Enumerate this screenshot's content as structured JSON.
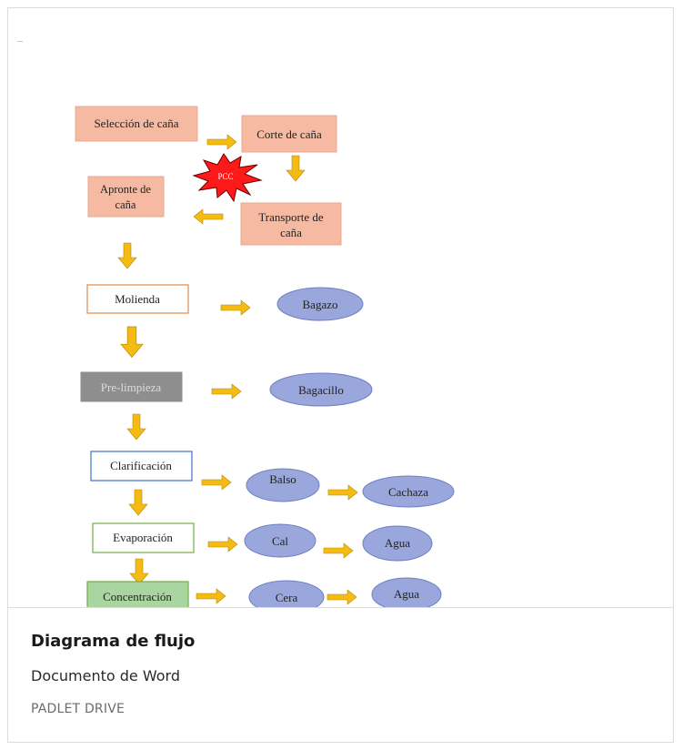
{
  "card": {
    "title": "Diagrama de flujo",
    "subtitle": "Documento de Word",
    "source": "PADLET DRIVE"
  },
  "diagram": {
    "nodes": {
      "seleccion": "Selección de caña",
      "corte": "Corte de caña",
      "pcc": "PCC",
      "apronte_1": "Apronte de",
      "apronte_2": "caña",
      "transporte_1": "Transporte de",
      "transporte_2": "caña",
      "molienda": "Molienda",
      "bagazo": "Bagazo",
      "prelimpieza": "Pre-limpieza",
      "bagacillo": "Bagacillo",
      "clarificacion": "Clarificación",
      "balso": "Balso",
      "cachaza": "Cachaza",
      "evaporacion": "Evaporación",
      "cal": "Cal",
      "agua_1": "Agua",
      "concentracion": "Concentración",
      "cera": "Cera",
      "agua_2": "Agua"
    },
    "colors": {
      "salmon": "#f6b9a2",
      "oval": "#9aa7dd",
      "arrow": "#f5bb12",
      "gray_box": "#8e8e8e",
      "green_box": "#a9d6a0",
      "blue_border": "#4472c4",
      "orange_border": "#e08a4a",
      "green_border": "#70ad47",
      "pcc_star": "#ff1a1a"
    }
  }
}
